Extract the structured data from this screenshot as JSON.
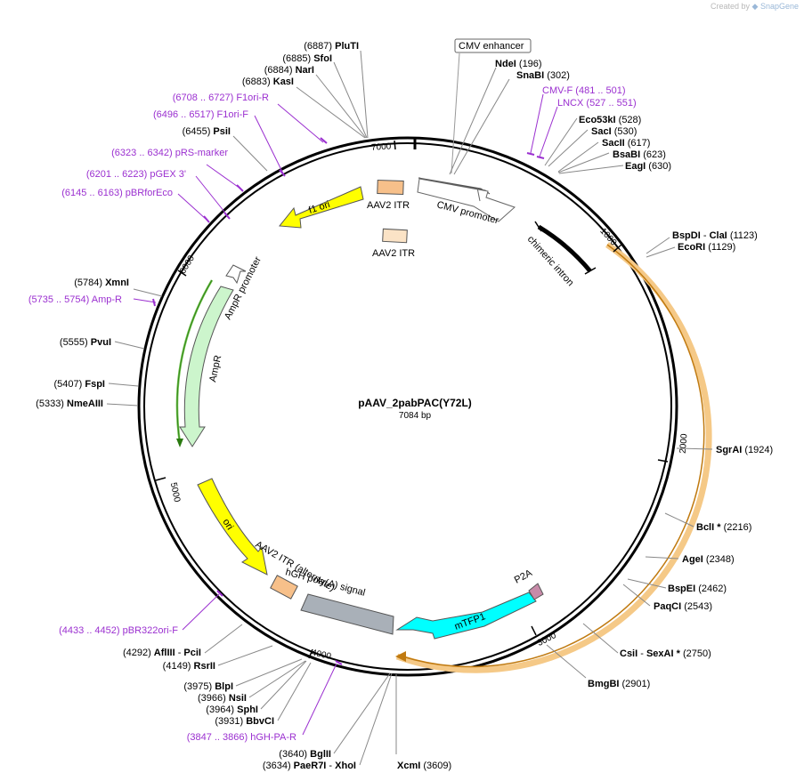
{
  "watermark": {
    "created_by": "Created by",
    "brand": "SnapGene"
  },
  "plasmid": {
    "name": "pAAV_2pabPAC(Y72L)",
    "size_label": "7084 bp"
  },
  "ticks": [
    "1000",
    "2000",
    "3000",
    "4000",
    "5000",
    "6000",
    "7000"
  ],
  "features": [
    {
      "label": "CMV enhancer",
      "color": "#ffffff"
    },
    {
      "label": "CMV promoter",
      "color": "#ffffff"
    },
    {
      "label": "chimeric intron",
      "color": "#000000"
    },
    {
      "label": "AAV2 ITR",
      "color": "#f7c08a"
    },
    {
      "label": "AAV2 ITR",
      "color": "#fbe3c6"
    },
    {
      "label": "f1 ori",
      "color": "#ffff00"
    },
    {
      "label": "AmpR promoter",
      "color": "#ffffff"
    },
    {
      "label": "AmpR",
      "color": "#ccf5cc"
    },
    {
      "label": "ori",
      "color": "#ffff00"
    },
    {
      "label": "AAV2 ITR (alternate)",
      "color": "#f7c08a"
    },
    {
      "label": "hGH poly(A) signal",
      "color": "#a9b0b8"
    },
    {
      "label": "mTFP1",
      "color": "#00ffff"
    },
    {
      "label": "P2A",
      "color": "#c78aa8"
    }
  ],
  "sites": [
    {
      "name": "PluTI",
      "pos": "(6887)"
    },
    {
      "name": "SfoI",
      "pos": "(6885)"
    },
    {
      "name": "NarI",
      "pos": "(6884)"
    },
    {
      "name": "KasI",
      "pos": "(6883)"
    },
    {
      "name": "PsiI",
      "pos": "(6455)"
    },
    {
      "name": "XmnI",
      "pos": "(5784)"
    },
    {
      "name": "PvuI",
      "pos": "(5555)"
    },
    {
      "name": "FspI",
      "pos": "(5407)"
    },
    {
      "name": "NmeAIII",
      "pos": "(5333)"
    },
    {
      "name": "AflIII",
      "pos": "(4292)",
      "alt": "PciI"
    },
    {
      "name": "RsrII",
      "pos": "(4149)"
    },
    {
      "name": "BlpI",
      "pos": "(3975)"
    },
    {
      "name": "NsiI",
      "pos": "(3966)"
    },
    {
      "name": "SphI",
      "pos": "(3964)"
    },
    {
      "name": "BbvCI",
      "pos": "(3931)"
    },
    {
      "name": "BglII",
      "pos": "(3640)"
    },
    {
      "name": "PaeR7I",
      "pos": "(3634)",
      "alt": "XhoI"
    },
    {
      "name": "XcmI",
      "pos": "(3609)"
    },
    {
      "name": "BmgBI",
      "pos": "(2901)"
    },
    {
      "name": "CsiI",
      "pos": "(2750)",
      "alt": "SexAI *"
    },
    {
      "name": "PaqCI",
      "pos": "(2543)"
    },
    {
      "name": "BspEI",
      "pos": "(2462)"
    },
    {
      "name": "AgeI",
      "pos": "(2348)"
    },
    {
      "name": "BclI *",
      "pos": "(2216)"
    },
    {
      "name": "SgrAI",
      "pos": "(1924)"
    },
    {
      "name": "BspDI",
      "pos": "(1123)",
      "alt": "ClaI"
    },
    {
      "name": "EcoRI",
      "pos": "(1129)"
    },
    {
      "name": "EagI",
      "pos": "(630)"
    },
    {
      "name": "BsaBI",
      "pos": "(623)"
    },
    {
      "name": "SacII",
      "pos": "(617)"
    },
    {
      "name": "SacI",
      "pos": "(530)"
    },
    {
      "name": "Eco53kI",
      "pos": "(528)"
    },
    {
      "name": "SnaBI",
      "pos": "(302)"
    },
    {
      "name": "NdeI",
      "pos": "(196)"
    }
  ],
  "primers": [
    {
      "name": "F1ori-R",
      "range": "(6708 .. 6727)"
    },
    {
      "name": "F1ori-F",
      "range": "(6496 .. 6517)"
    },
    {
      "name": "pRS-marker",
      "range": "(6323 .. 6342)"
    },
    {
      "name": "pGEX 3'",
      "range": "(6201 .. 6223)"
    },
    {
      "name": "pBRforEco",
      "range": "(6145 .. 6163)"
    },
    {
      "name": "Amp-R",
      "range": "(5735 .. 5754)"
    },
    {
      "name": "pBR322ori-F",
      "range": "(4433 .. 4452)"
    },
    {
      "name": "hGH-PA-R",
      "range": "(3847 .. 3866)"
    },
    {
      "name": "CMV-F",
      "range": "(481 .. 501)"
    },
    {
      "name": "LNCX",
      "range": "(527 .. 551)"
    }
  ],
  "colors": {
    "primer": "#9b30d0",
    "backbone": "#000000",
    "orf_highlight": "#f5c987",
    "orf_arrow": "#c07a10"
  }
}
